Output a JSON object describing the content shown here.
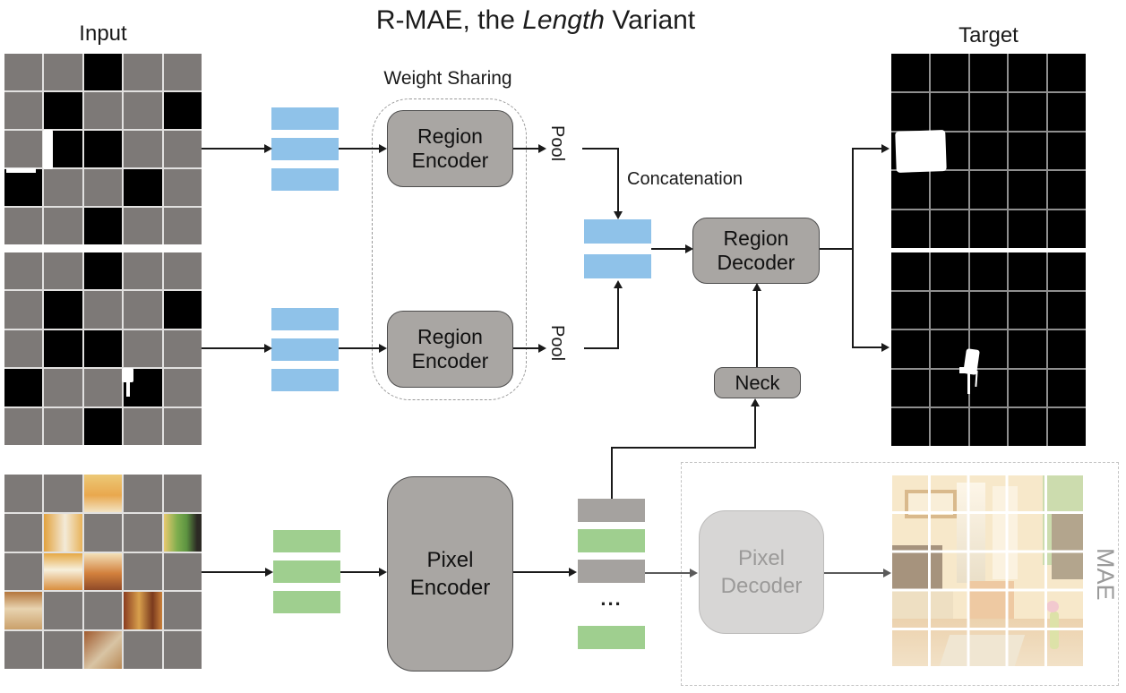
{
  "title": {
    "prefix": "R-MAE, the ",
    "italic": "Length",
    "suffix": " Variant"
  },
  "labels": {
    "input": "Input",
    "target": "Target",
    "weight_sharing": "Weight Sharing",
    "pool_top": "Pool",
    "pool_bottom": "Pool",
    "concatenation": "Concatenation",
    "mae": "MAE",
    "ellipsis": "..."
  },
  "boxes": {
    "region_encoder_top": {
      "line1": "Region",
      "line2": "Encoder"
    },
    "region_encoder_bottom": {
      "line1": "Region",
      "line2": "Encoder"
    },
    "region_decoder": {
      "line1": "Region",
      "line2": "Decoder"
    },
    "neck": {
      "label": "Neck"
    },
    "pixel_encoder": {
      "line1": "Pixel",
      "line2": "Encoder"
    },
    "pixel_decoder": {
      "line1": "Pixel",
      "line2": "Decoder"
    }
  },
  "colors": {
    "token_blue": "#8FC2E9",
    "token_green": "#9FCF8F",
    "token_gray": "#A5A29F",
    "box_gray": "#A9A6A3",
    "box_border": "#4D4D4D",
    "decoder_light": "#D7D6D5",
    "decoder_text": "#9B9A99",
    "cell_gray": "#7D7977",
    "cell_black": "#000000"
  },
  "grids": {
    "input_region_top": {
      "rows": [
        "g g b g g",
        "g b g g b",
        "g b b g g",
        "b g g b g",
        "g g b g g"
      ]
    },
    "input_region_bottom": {
      "rows": [
        "g g b g g",
        "g b g g b",
        "g b b g g",
        "b g g b g",
        "g g b g g"
      ]
    },
    "input_pixel": {
      "rows": [
        "g g p1 g g",
        "g p2 g g p3",
        "g p4 p5 g g",
        "p6 g g p7 g",
        "g g p8 g g"
      ]
    },
    "target_top": {
      "rows": [
        "b b b b b",
        "b b b b b",
        "b b b b b",
        "b b b b b",
        "b b b b b"
      ]
    },
    "target_bottom": {
      "rows": [
        "b b b b b",
        "b b b b b",
        "b b b b b",
        "b b b b b",
        "b b b b b"
      ]
    }
  },
  "stacks": {
    "region_tokens_top": [
      "blue",
      "blue",
      "blue"
    ],
    "region_tokens_bottom": [
      "blue",
      "blue",
      "blue"
    ],
    "concat_tokens": [
      "blue",
      "blue"
    ],
    "pixel_tokens_in": [
      "green",
      "green",
      "green"
    ],
    "pixel_tokens_out": [
      "gray",
      "green",
      "gray",
      "dots",
      "green"
    ]
  }
}
